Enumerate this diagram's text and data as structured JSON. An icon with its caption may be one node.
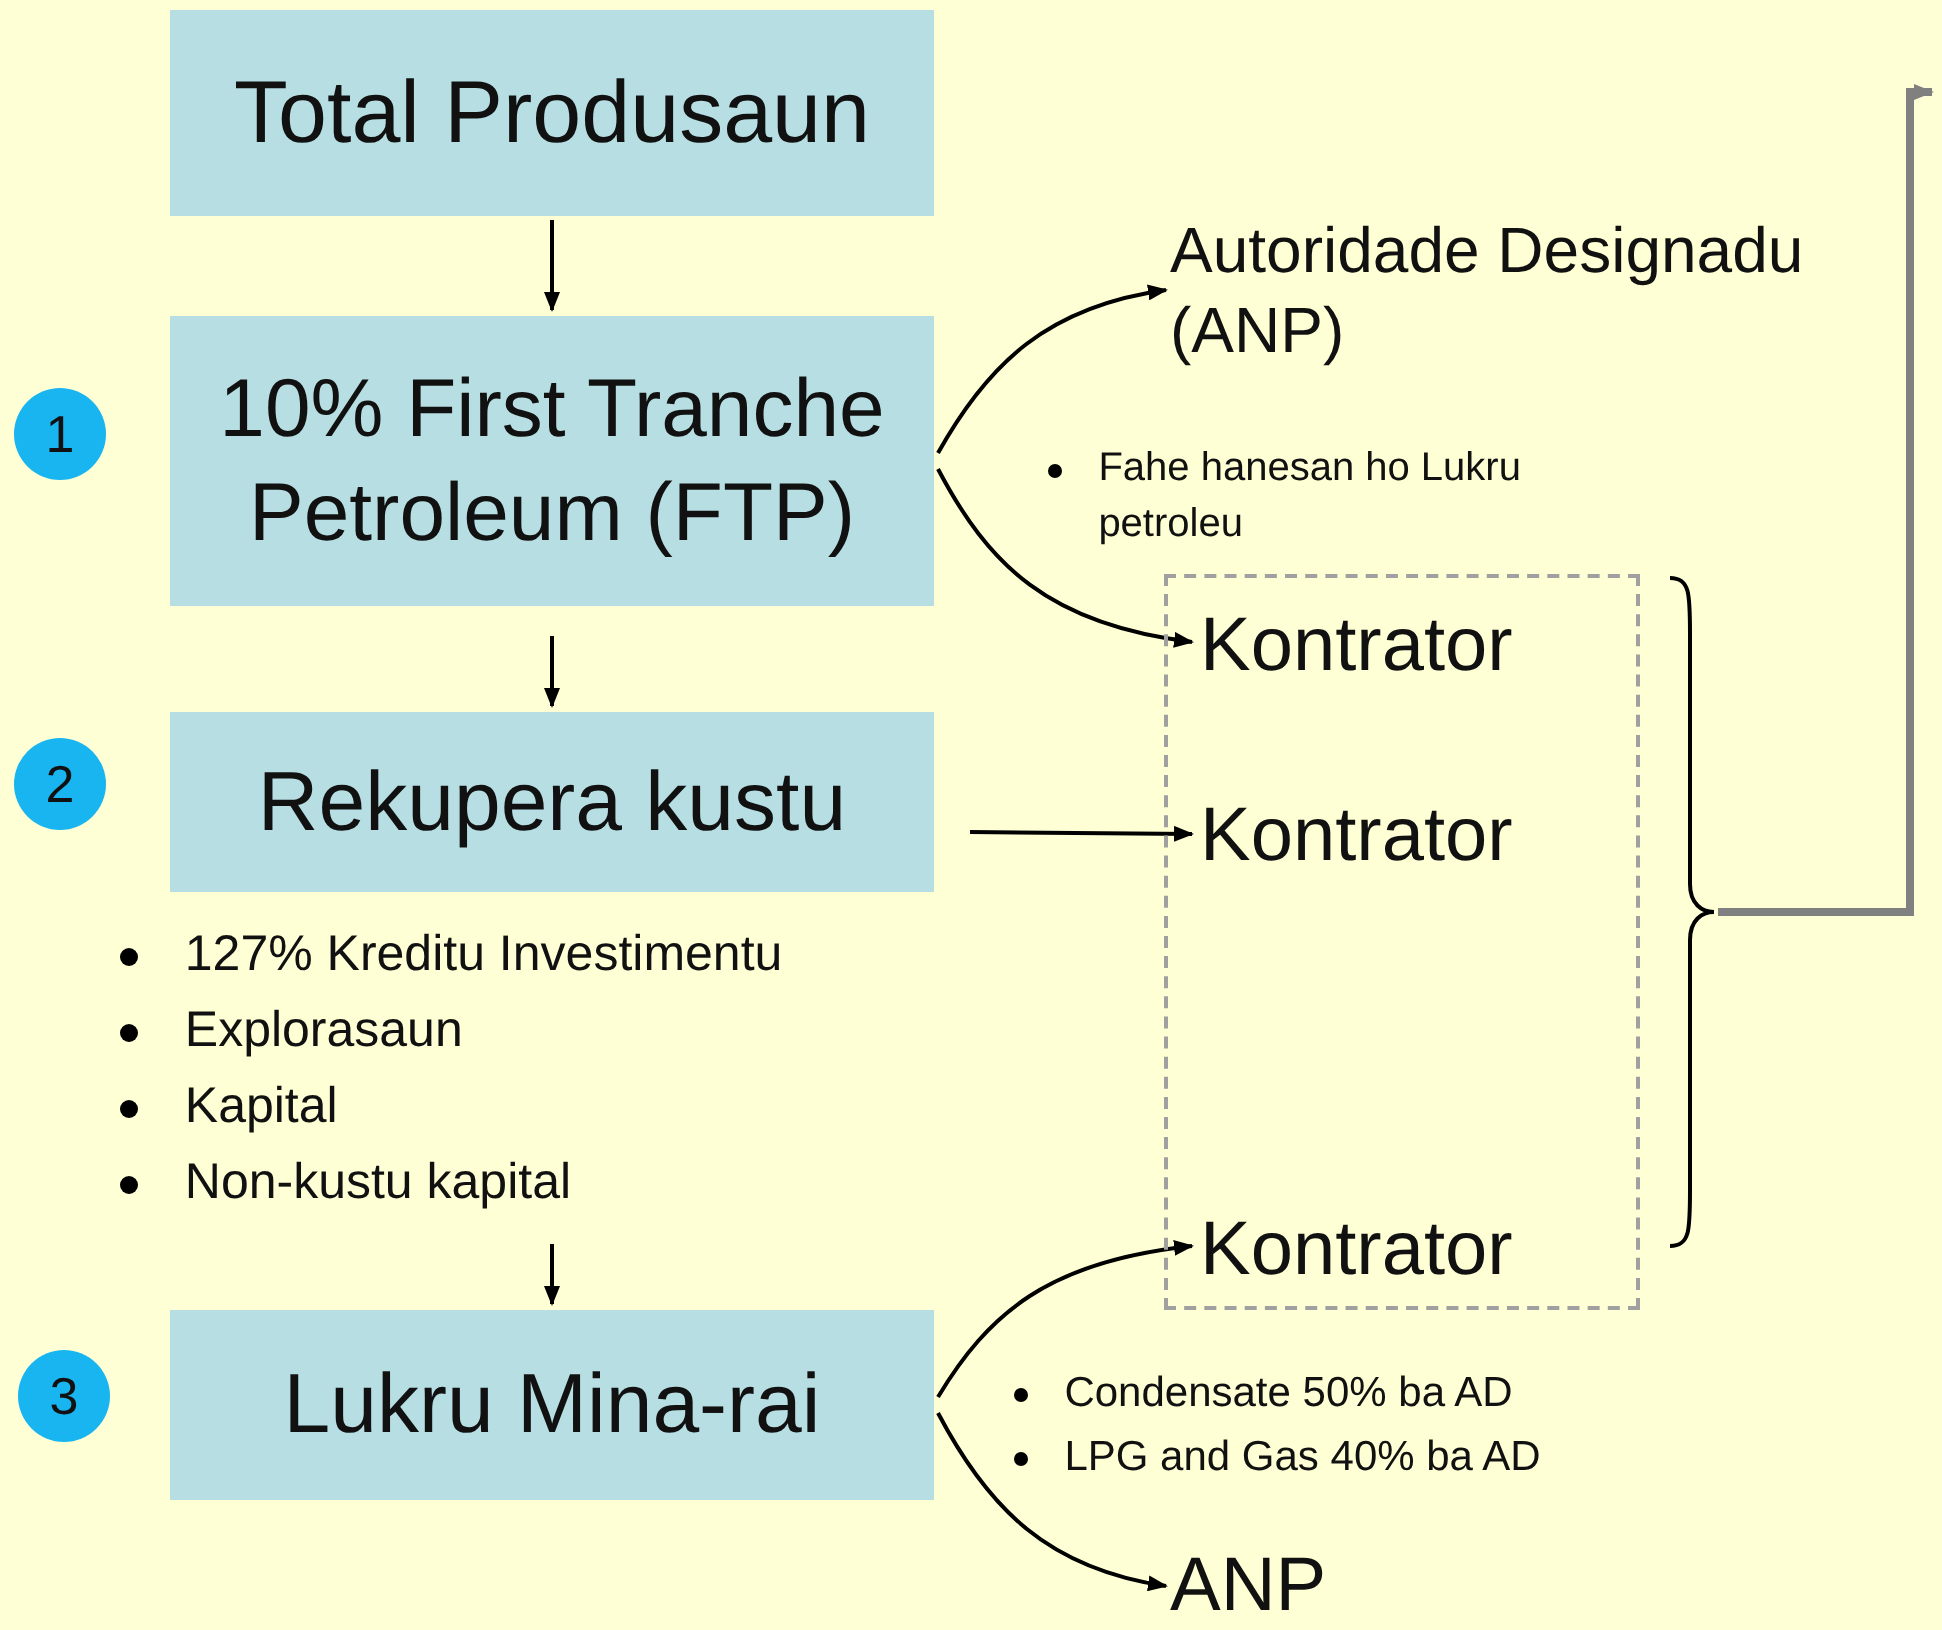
{
  "diagram": {
    "nodes": [
      {
        "text": [
          "Total Produsaun"
        ]
      },
      {
        "text": [
          "10% First Tranche Petroleum (FTP)"
        ]
      },
      {
        "text": [
          "Rekupera kustu"
        ],
        "beside": [
          "127% Kreditu Investimentu",
          "Explorasaun",
          "Kapital",
          "Non-kustu kapital"
        ]
      },
      {
        "text": [
          "Lukru Mina-rai"
        ]
      },
      {
        "text": [
          "1"
        ]
      },
      {
        "text": [
          "2"
        ]
      },
      {
        "text": [
          "3"
        ]
      },
      {
        "text": [
          "Autoridade Designadu (ANP)"
        ]
      },
      {
        "text": [],
        "shape": "box"
      },
      {
        "text": [
          "Kontrator"
        ],
        "in": 8
      },
      {
        "text": [
          "Kontrator"
        ],
        "in": 8
      },
      {
        "text": [
          "Kontrator"
        ],
        "in": 8
      },
      {
        "text": [
          "ANP"
        ]
      },
      {
        "text": [],
        "shape": "brace"
      }
    ],
    "edges": [
      {
        "from": 0,
        "to": 1,
        "arrow": "to"
      },
      {
        "from": 1,
        "to": 2,
        "arrow": "to"
      },
      {
        "from": 2,
        "to": 3,
        "arrow": "to"
      },
      {
        "from": 1,
        "to": 7,
        "arrow": "to"
      },
      {
        "from": 1,
        "to": 9,
        "arrow": "to"
      },
      {
        "from": 2,
        "to": 10,
        "arrow": "to"
      },
      {
        "from": 3,
        "to": 11,
        "arrow": "to"
      },
      {
        "from": 3,
        "to": 12,
        "arrow": "to"
      },
      {
        "from": 13,
        "to": null,
        "arrow": "to",
        "style": "thick",
        "color": "#808080"
      }
    ],
    "labels": [
      "Fahe hanesan ho Lukru petroleu",
      "Condensate 50% ba AD",
      "LPG and Gas 40% ba AD"
    ]
  }
}
